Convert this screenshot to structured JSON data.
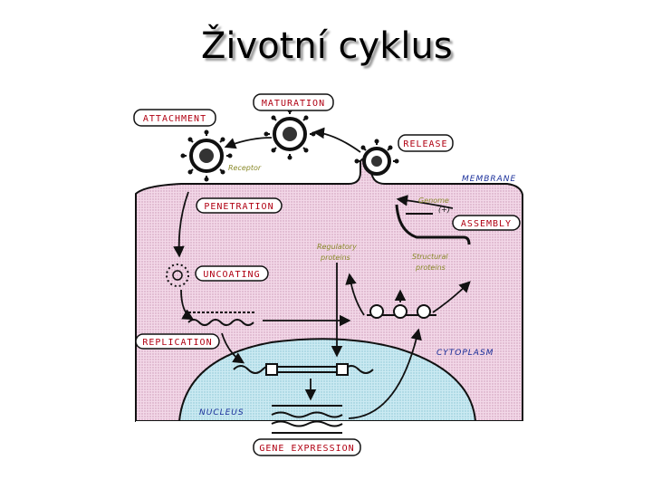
{
  "title": "Životní cyklus",
  "labels": {
    "maturation": "MATURATION",
    "attachment": "ATTACHMENT",
    "release": "RELEASE",
    "receptor": "Receptor",
    "membrane": "MEMBRANE",
    "penetration": "PENETRATION",
    "genome": "Genome",
    "genome_sub": "(+)",
    "assembly": "ASSEMBLY",
    "regulatory_proteins": [
      "Regulatory",
      "proteins"
    ],
    "structural_proteins": [
      "Structural",
      "proteins"
    ],
    "uncoating": "UNCOATING",
    "replication": "REPLICATION",
    "cytoplasm": "CYTOPLASM",
    "nucleus": "NUCLEUS",
    "gene_expression": "GENE EXPRESSION"
  },
  "colors": {
    "cytoplasm": "#f0cfe3",
    "nucleus": "#bfe6f0",
    "label_red": "#b00012",
    "label_blue": "#1a2f9a",
    "label_olive": "#8a8a2a"
  }
}
